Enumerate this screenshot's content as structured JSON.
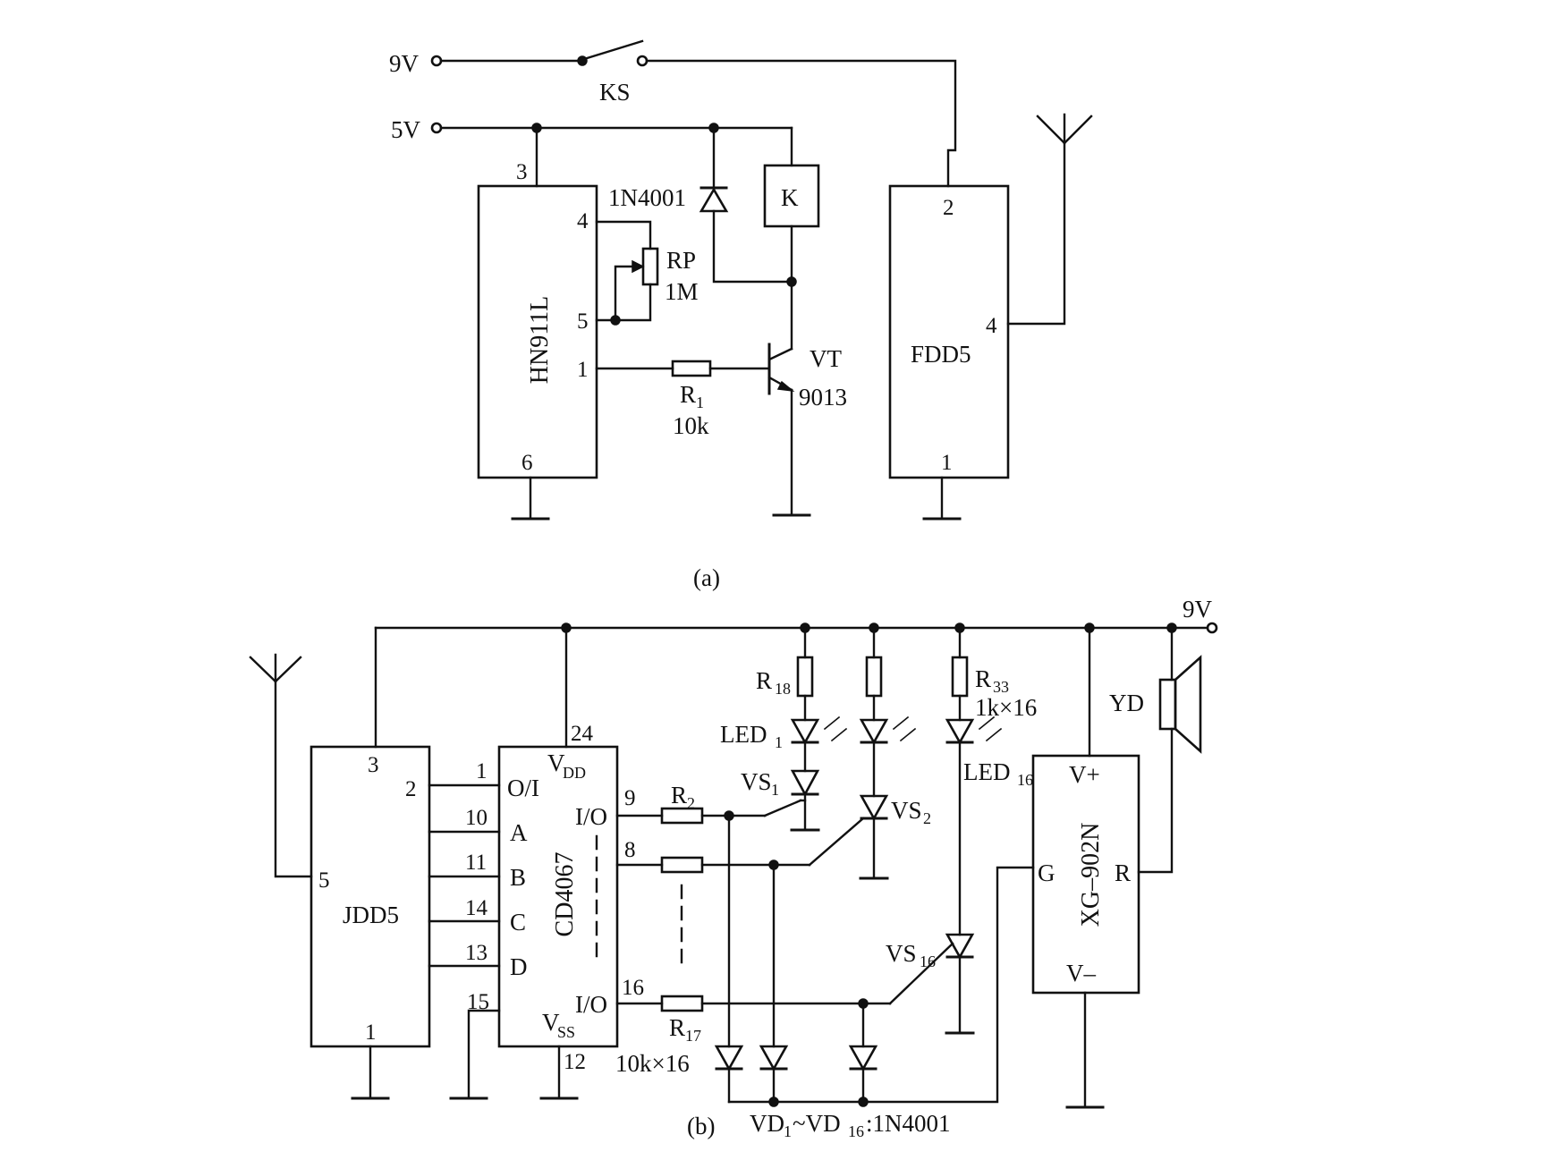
{
  "figure_a": {
    "caption": "(a)",
    "supply_9v": "9V",
    "supply_5v": "5V",
    "switch_ks": "KS",
    "ic_hn911l": {
      "name": "HN911L",
      "pins": {
        "p1": "1",
        "p3": "3",
        "p4": "4",
        "p5": "5",
        "p6": "6"
      }
    },
    "diode_1n4001": "1N4001",
    "relay_k": "K",
    "pot_rp": {
      "name": "RP",
      "value": "1M"
    },
    "resistor_r1": {
      "name": "R",
      "sub": "1",
      "value": "10k"
    },
    "transistor_vt": {
      "name": "VT",
      "type": "9013"
    },
    "ic_fdd5": {
      "name": "FDD5",
      "pins": {
        "p1": "1",
        "p2": "2",
        "p4": "4"
      }
    }
  },
  "figure_b": {
    "caption": "(b)",
    "supply_9v": "9V",
    "ic_jdd5": {
      "name": "JDD5",
      "pins": {
        "p1": "1",
        "p2": "2",
        "p3": "3",
        "p5": "5"
      }
    },
    "ic_cd4067": {
      "name": "CD4067",
      "pins": {
        "p1": "1",
        "p10": "10",
        "p11": "11",
        "p14": "14",
        "p13": "13",
        "p15": "15",
        "p24": "24",
        "p12": "12",
        "p9": "9",
        "p8": "8",
        "p16": "16"
      },
      "labels": {
        "oi": "O/I",
        "a": "A",
        "b": "B",
        "c": "C",
        "d": "D",
        "vdd": "V",
        "vdd_sub": "DD",
        "vss": "V",
        "vss_sub": "SS",
        "io_top": "I/O",
        "io_bottom": "I/O"
      }
    },
    "resistor_r2": {
      "name": "R",
      "sub": "2"
    },
    "resistor_r17": {
      "name": "R",
      "sub": "17",
      "value": "10k×16"
    },
    "resistor_r18": {
      "name": "R",
      "sub": "18"
    },
    "resistor_r33": {
      "name": "R",
      "sub": "33",
      "value": "1k×16"
    },
    "led_1": {
      "name": "LED",
      "sub": "1"
    },
    "led_16": {
      "name": "LED",
      "sub": "16"
    },
    "vs_1": {
      "name": "VS",
      "sub": "1"
    },
    "vs_2": {
      "name": "VS",
      "sub": "2"
    },
    "vs_16": {
      "name": "VS",
      "sub": "16"
    },
    "ic_xg902n": {
      "name": "XG–902N",
      "labels": {
        "vplus": "V+",
        "g": "G",
        "r": "R",
        "vminus": "V–"
      }
    },
    "speaker_yd": "YD",
    "diode_note": {
      "a": "VD",
      "a_sub": "1",
      "b": " ~VD",
      "b_sub": "16",
      "c": ":1N4001"
    }
  }
}
